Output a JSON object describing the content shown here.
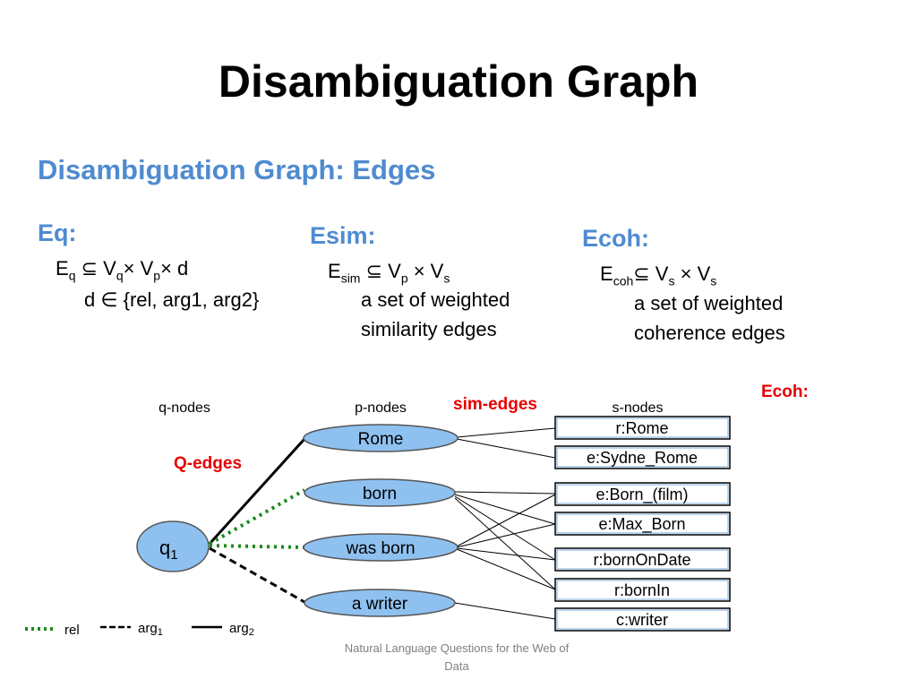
{
  "title": "Disambiguation Graph",
  "subtitle": "Disambiguation Graph: Edges",
  "eq": {
    "heading": "Eq:",
    "formula_E": "E",
    "formula_E_sub": "q",
    "formula_rest_1": " ⊆ V",
    "formula_sub_1": "q",
    "formula_rest_2": "× V",
    "formula_sub_2": "p",
    "formula_rest_3": "× d",
    "line2": "d ∈ {rel, arg1, arg2}"
  },
  "esim": {
    "heading": "Esim:",
    "formula_E": "E",
    "formula_E_sub": "sim",
    "formula_rest_1": " ⊆ V",
    "formula_sub_1": "p",
    "formula_rest_2": " × V",
    "formula_sub_2": "s",
    "desc_line1": "a set of weighted",
    "desc_line2": "similarity edges"
  },
  "ecoh": {
    "heading": "Ecoh:",
    "formula_E": "E",
    "formula_E_sub": "coh",
    "formula_rest_1": "⊆ V",
    "formula_sub_1": "s",
    "formula_rest_2": " × V",
    "formula_sub_2": "s",
    "desc_line1": "a set of weighted",
    "desc_line2": "coherence edges"
  },
  "diagram": {
    "q_nodes_label": "q-nodes",
    "p_nodes_label": "p-nodes",
    "s_nodes_label": "s-nodes",
    "sim_edges_label": "sim-edges",
    "q_edges_label": "Q-edges",
    "ecoh_label": "Ecoh:",
    "q_node": {
      "letter": "q",
      "sub": "1"
    },
    "p_nodes": [
      "Rome",
      "born",
      "was born",
      "a writer"
    ],
    "s_nodes": [
      "r:Rome",
      "e:Sydne_Rome",
      "e:Born_(film)",
      "e:Max_Born",
      "r:bornOnDate",
      "r:bornIn",
      "c:writer"
    ],
    "legend": {
      "rel": "rel",
      "arg1": "arg",
      "arg1_sub": "1",
      "arg2": "arg",
      "arg2_sub": "2"
    },
    "colors": {
      "p_node_fill": "#8ec1f0",
      "rel_edge": "#1a8a1a",
      "s_node_border": "#000000"
    }
  },
  "footer": {
    "line1": "Natural Language Questions for the Web of",
    "line2": "Data"
  }
}
